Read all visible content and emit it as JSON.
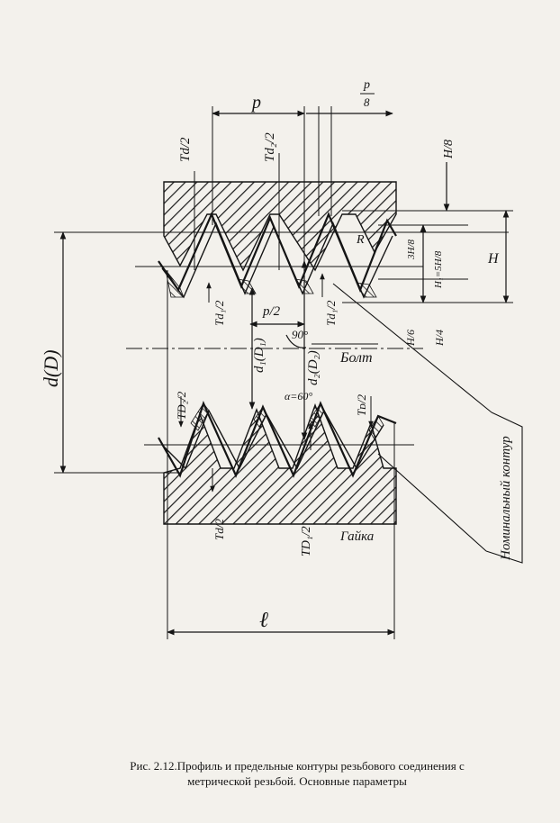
{
  "labels": {
    "pitch": "p",
    "pitch_eighth_num": "p",
    "pitch_eighth_den": "8",
    "h_eighth": "H/8",
    "td_half_top": "Td/2",
    "td2_half_top": "Td₂/2",
    "radius": "R",
    "three_h_eighth": "3H/8",
    "h1": "H₁=5H/8",
    "h": "H",
    "major_diameter": "d(D)",
    "td1_half": "Td₁/2",
    "half_pitch": "p/2",
    "right_angle": "90°",
    "td1_half_right": "Td₁/2",
    "h_sixth": "H/6",
    "h_quarter": "H/4",
    "d1": "d₁(D₁)",
    "d2": "d₂(D₂)",
    "bolt": "Болт",
    "td2_half_left": "TD₂/2",
    "angle": "α=60°",
    "td_half_right": "Tᴅ/2",
    "nominal_contour": "Номинальный контур",
    "td_half_bottom": "Td/2",
    "td1_half_bottom": "TD₁/2",
    "nut": "Гайка",
    "length": "ℓ"
  },
  "caption": {
    "line1": "Рис. 2.12.Профиль и предельные контуры резьбового соединения с",
    "line2": "метрической резьбой. Основные параметры"
  }
}
